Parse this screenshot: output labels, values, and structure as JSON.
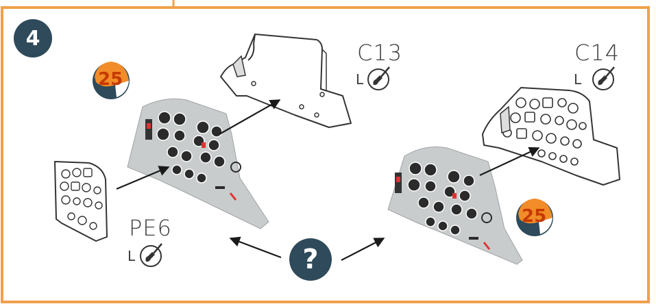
{
  "step": {
    "number": "4"
  },
  "badges": {
    "left_sticker": "25",
    "right_sticker": "25"
  },
  "parts": {
    "c13": {
      "code": "C13",
      "paint_letter": "L"
    },
    "c14": {
      "code": "C14",
      "paint_letter": "L"
    },
    "pe6": {
      "code": "PE6",
      "paint_letter": "L"
    }
  },
  "option_symbol": "?",
  "colors": {
    "frame": "#f0a04b",
    "badge": "#2f4a5a",
    "panel": "#c9cccd",
    "sticker": "#f28c28"
  }
}
